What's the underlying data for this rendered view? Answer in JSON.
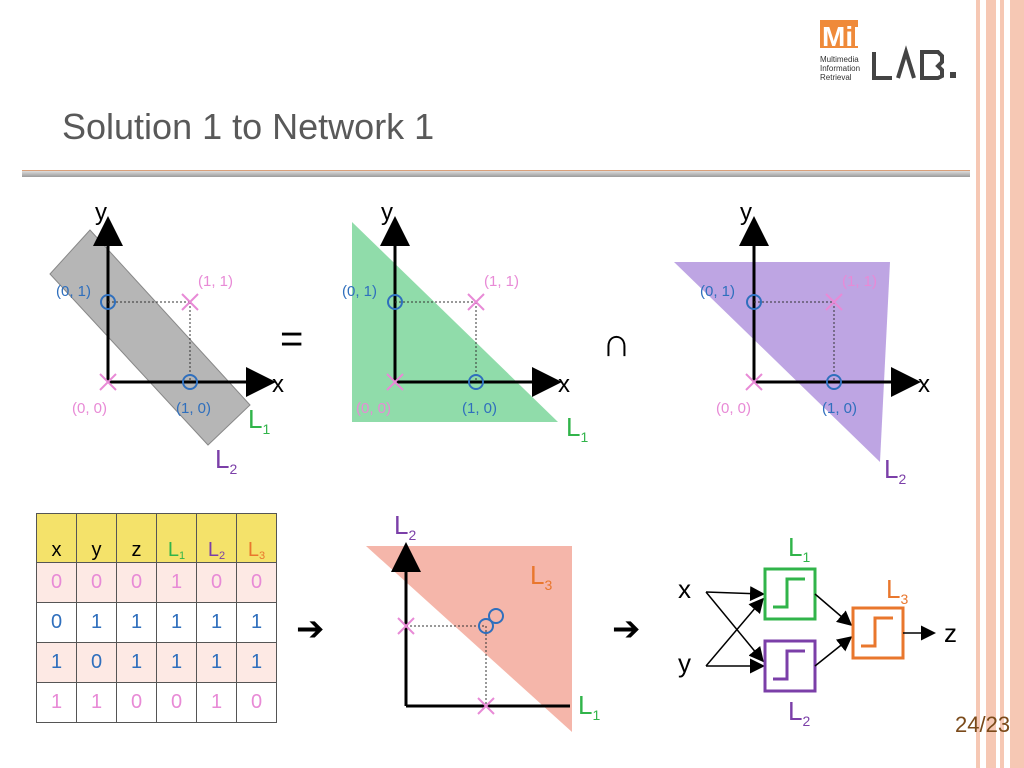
{
  "title": "Solution 1 to Network 1",
  "page_number": "24/23",
  "logo": {
    "main": "MiRLAB.",
    "line1": "Multimedia",
    "line2": "Information",
    "line3": "Retrieval"
  },
  "colors": {
    "green": "#31b44a",
    "purple": "#7b3fa8",
    "orange": "#e9772d",
    "pink": "#e88ad6",
    "blue": "#2f6fbd"
  },
  "plots": {
    "y": "y",
    "x": "x",
    "p00": "(0, 0)",
    "p01": "(0, 1)",
    "p10": "(1, 0)",
    "p11": "(1, 1)",
    "equals": "=",
    "intersect": "∩"
  },
  "labels": {
    "L": "L",
    "one": "1",
    "two": "2",
    "three": "3",
    "z": "z",
    "x": "x",
    "y": "y"
  },
  "table": {
    "headers": [
      "x",
      "y",
      "z"
    ],
    "rows": [
      [
        "0",
        "0",
        "0",
        "1",
        "0",
        "0"
      ],
      [
        "0",
        "1",
        "1",
        "1",
        "1",
        "1"
      ],
      [
        "1",
        "0",
        "1",
        "1",
        "1",
        "1"
      ],
      [
        "1",
        "1",
        "0",
        "0",
        "1",
        "0"
      ]
    ]
  },
  "arrows": {
    "a1": "➔",
    "a2": "➔"
  }
}
